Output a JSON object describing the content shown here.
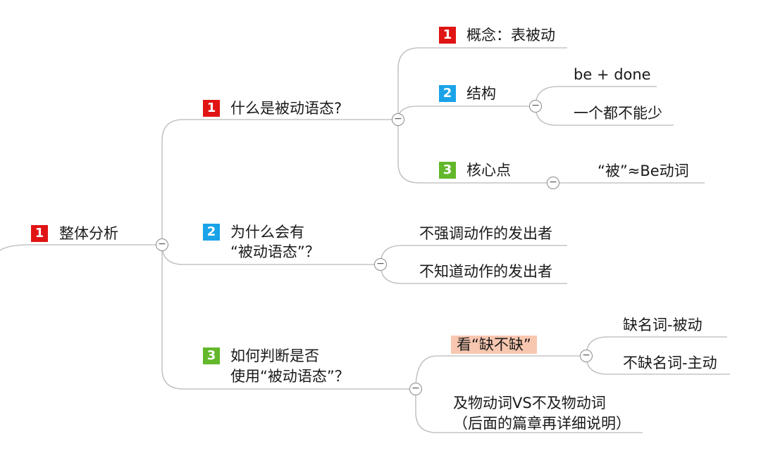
{
  "root": {
    "num": "1",
    "label": "整体分析"
  },
  "branches": [
    {
      "num": "1",
      "label": "什么是被动语态?"
    },
    {
      "num": "2",
      "label_line1": "为什么会有",
      "label_line2": "“被动语态”？"
    },
    {
      "num": "3",
      "label_line1": "如何判断是否",
      "label_line2": "使用“被动语态”？"
    }
  ],
  "b1_children": [
    {
      "num": "1",
      "label": "概念：表被动"
    },
    {
      "num": "2",
      "label": "结构"
    },
    {
      "num": "3",
      "label": "核心点"
    }
  ],
  "structure_children": [
    "be + done",
    "一个都不能少"
  ],
  "core_child": "“被”≈Be动词",
  "b2_children": [
    "不强调动作的发出者",
    "不知道动作的发出者"
  ],
  "b3_children": {
    "check": "看“缺不缺”",
    "check_children": [
      "缺名词-被动",
      "不缺名词-主动"
    ],
    "vi_line1": "及物动词VS不及物动词",
    "vi_line2": "（后面的篇章再详细说明）"
  },
  "toggle_symbol": "−",
  "colors": {
    "red": "#e01414",
    "blue": "#1aa3e8",
    "green": "#62b82a",
    "highlight": "#f8c7b0",
    "line": "#b9b9b9"
  }
}
